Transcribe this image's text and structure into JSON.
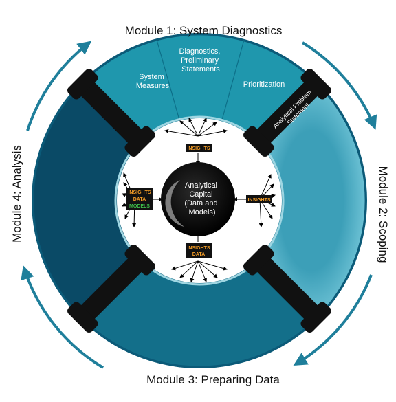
{
  "modules": {
    "top": "Module 1: System Diagnostics",
    "right": "Module 2: Scoping",
    "bottom": "Module 3: Preparing Data",
    "left": "Module 4: Analysis"
  },
  "top_segment": {
    "steps": [
      [
        "System",
        "Measures"
      ],
      [
        "Diagnostics,",
        "Preliminary",
        "Statements"
      ],
      [
        "Prioritization"
      ]
    ]
  },
  "handle_label": [
    "Analytical Problem",
    "Statement"
  ],
  "center": {
    "lines": [
      "Analytical",
      "Capital",
      "(Data and",
      "Models)"
    ]
  },
  "tags": {
    "top": [
      {
        "text": "INSIGHTS",
        "color": "#f29b26"
      }
    ],
    "right": [
      {
        "text": "INSIGHTS",
        "color": "#f29b26"
      }
    ],
    "bottom": [
      {
        "text": "INSIGHTS",
        "color": "#f29b26"
      },
      {
        "text": "DATA",
        "color": "#f29b26"
      }
    ],
    "left": [
      {
        "text": "INSIGHTS",
        "color": "#f29b26"
      },
      {
        "text": "DATA",
        "color": "#f29b26"
      },
      {
        "text": "MODELS",
        "color": "#3fbf4a"
      }
    ]
  },
  "colors": {
    "ring_dark": "#0b4f6a",
    "ring_mid": "#1d8fa8",
    "ring_light": "#5fb7cc",
    "arrow": "#1f7f9b",
    "handle": "#111111"
  }
}
